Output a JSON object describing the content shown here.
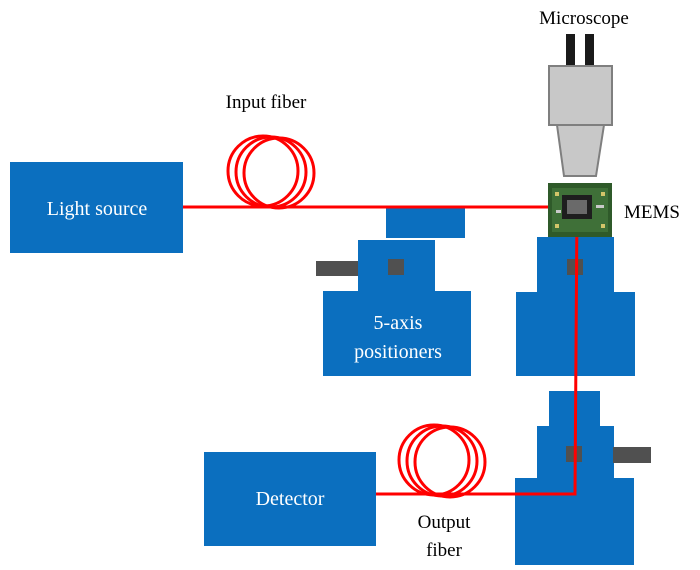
{
  "labels": {
    "microscope": "Microscope",
    "input_fiber": "Input fiber",
    "light_source": "Light source",
    "mems": "MEMS",
    "positioners_line1": "5-axis",
    "positioners_line2": "positioners",
    "detector": "Detector",
    "output_fiber_line1": "Output",
    "output_fiber_line2": "fiber"
  },
  "colors": {
    "block_blue": "#0b6fbf",
    "fiber_red": "#ff0000",
    "connector_gray": "#505050",
    "microscope_gray": "#c8c8c8",
    "label_black": "#000000",
    "label_white": "#ffffff",
    "mems_green": "#2f5a2a"
  },
  "icons": {
    "microscope": "microscope-icon",
    "mems_chip": "mems-chip-icon",
    "fiber_coil": "fiber-coil-icon"
  }
}
